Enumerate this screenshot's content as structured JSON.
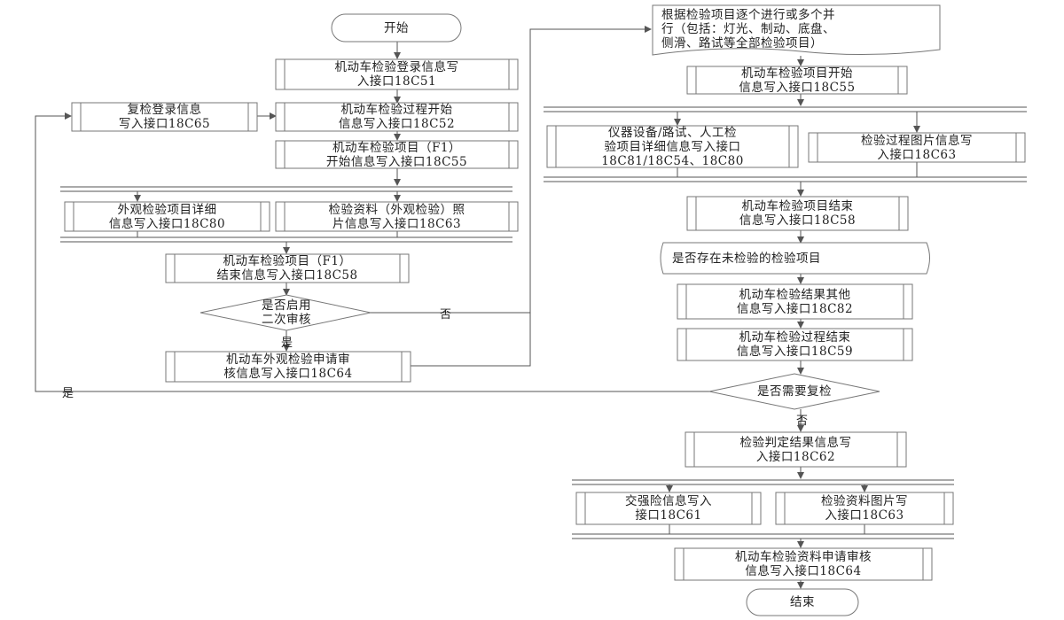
{
  "nodes": {
    "start": "开始",
    "n1": "机动车检验登录信息写\n入接口18C51",
    "n2": "机动车检验过程开始\n信息写入接口18C52",
    "recheck_login": "复检登录信息\n写入接口18C65",
    "n3": "机动车检验项目（F1）\n开始信息写入接口18C55",
    "n4a": "外观检验项目详细\n信息写入接口18C80",
    "n4b": "检验资料（外观检验）照\n片信息写入接口18C63",
    "n5": "机动车检验项目（F1）\n结束信息写入接口18C58",
    "d1": "是否启用\n二次审核",
    "n6": "机动车外观检验申请审\n核信息写入接口18C64",
    "r1": "根据检验项目逐个进行或多个并\n行（包括：灯光、制动、底盘、\n侧滑、路试等全部检验项目）",
    "r2": "机动车检验项目开始\n信息写入接口18C55",
    "r3a": "仪器设备/路试、人工检\n验项目详细信息写入接口\n18C81/18C54、18C80",
    "r3b": "检验过程图片信息写\n入接口18C63",
    "r4": "机动车检验项目结束\n信息写入接口18C58",
    "r5": "是否存在未检验的检验项目",
    "r6": "机动车检验结果其他\n信息写入接口18C82",
    "r7": "机动车检验过程结束\n信息写入接口18C59",
    "d2": "是否需要复检",
    "r8": "检验判定结果信息写\n入接口18C62",
    "r9a": "交强险信息写入\n接口18C61",
    "r9b": "检验资料图片写\n入接口18C63",
    "r10": "机动车检验资料申请审核\n信息写入接口18C64",
    "end": "结束"
  },
  "edge_labels": {
    "d1_no": "否",
    "d1_yes": "是",
    "d2_yes": "是",
    "d2_no": "否"
  },
  "colors": {
    "stroke": "#555555",
    "box_border": "#777777",
    "text": "#222222"
  }
}
